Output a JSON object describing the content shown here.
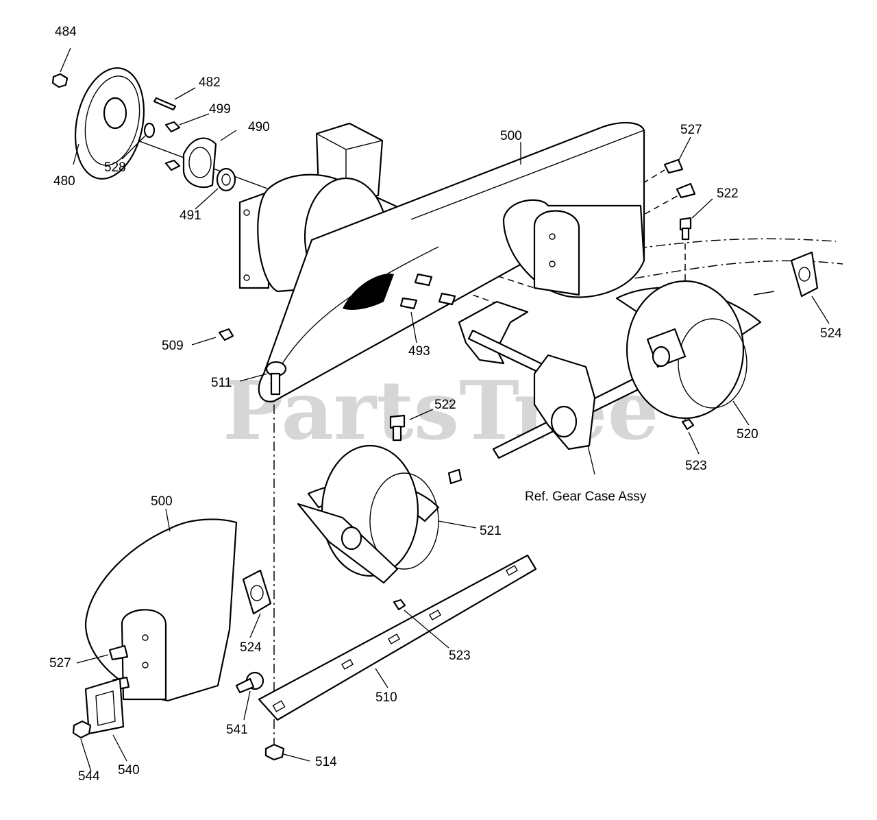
{
  "watermark": "PartsTree",
  "gear_case_label": "Ref. Gear Case Assy",
  "callouts": {
    "c484": "484",
    "c482": "482",
    "c499": "499",
    "c490": "490",
    "c500_top": "500",
    "c527_top": "527",
    "c522_top": "522",
    "c480": "480",
    "c528": "528",
    "c491": "491",
    "c509": "509",
    "c493": "493",
    "c511": "511",
    "c524_right": "524",
    "c522_mid": "522",
    "c520": "520",
    "c523_top": "523",
    "c500_bottom": "500",
    "c521": "521",
    "c524_left": "524",
    "c523_bottom": "523",
    "c527_bottom": "527",
    "c510": "510",
    "c541": "541",
    "c544": "544",
    "c540": "540",
    "c514": "514"
  }
}
